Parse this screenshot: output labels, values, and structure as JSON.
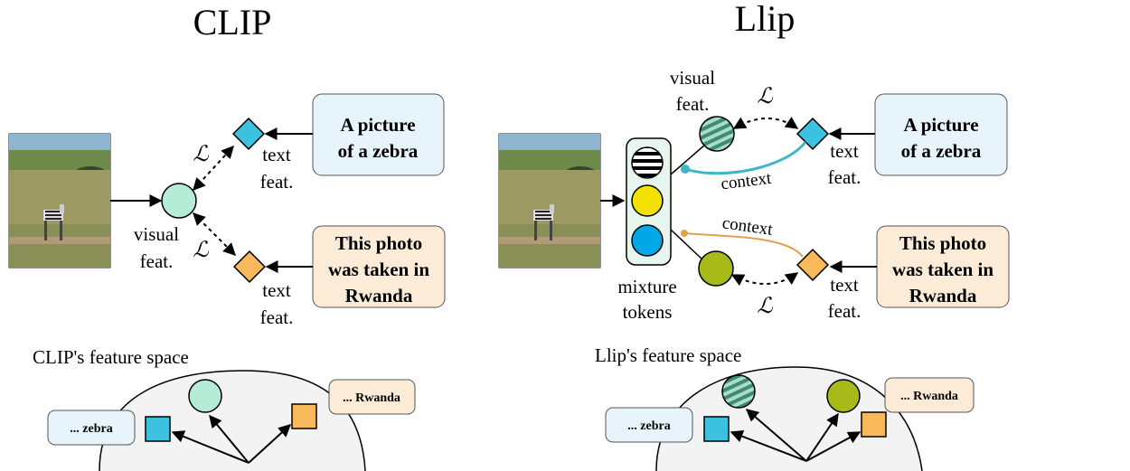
{
  "left": {
    "title": "CLIP",
    "caption_top": "A picture of a zebra",
    "caption_top_lines": [
      "A picture",
      "of a zebra"
    ],
    "caption_bottom_lines": [
      "This photo",
      "was taken in",
      "Rwanda"
    ],
    "visual_feat_lines": [
      "visual",
      "feat."
    ],
    "text_feat_lines": [
      "text",
      "feat."
    ],
    "loss_symbol": "ℒ",
    "feature_space_label": "CLIP's feature space",
    "space_left_label": "... zebra",
    "space_right_label": "... Rwanda"
  },
  "right": {
    "title": "Llip",
    "caption_top_lines": [
      "A picture",
      "of a zebra"
    ],
    "caption_bottom_lines": [
      "This photo",
      "was taken in",
      "Rwanda"
    ],
    "visual_feat_lines": [
      "visual",
      "feat."
    ],
    "text_feat_lines": [
      "text",
      "feat."
    ],
    "context_label": "context",
    "mixture_lines": [
      "mixture",
      "tokens"
    ],
    "loss_symbol": "ℒ",
    "feature_space_label": "Llip's feature space",
    "space_left_label": "... zebra",
    "space_right_label": "... Rwanda"
  },
  "colors": {
    "mint": "#b5ecd8",
    "cyan_diamond": "#3cc2e0",
    "orange_diamond": "#f8b95a",
    "blue_box": "#e7f4fb",
    "peach_box": "#fcecd7",
    "yellow": "#f2e000",
    "blue_token": "#00a8e8",
    "olive": "#a8b91a",
    "striped_green": "#4f9c86",
    "context_teal": "#3fb6c8",
    "context_orange": "#e0a050",
    "space_fill": "#f3f3f3"
  }
}
